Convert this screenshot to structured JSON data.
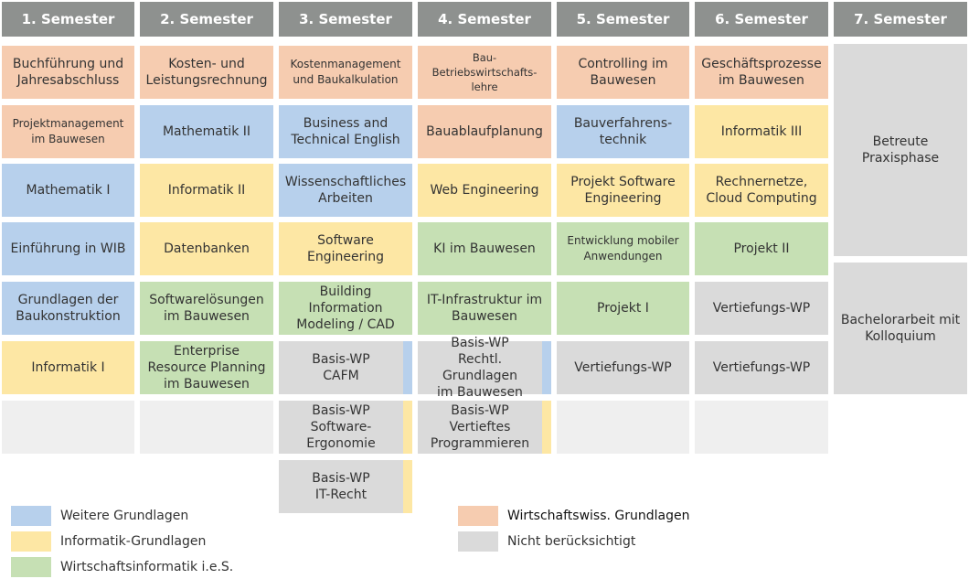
{
  "headers": [
    "1. Semester",
    "2. Semester",
    "3. Semester",
    "4. Semester",
    "5. Semester",
    "6. Semester",
    "7. Semester"
  ],
  "colors": {
    "weitere": "#b7d0ec",
    "info": "#fde7a4",
    "wi": "#c6e0b4",
    "wiwi": "#f6ccb0",
    "nicht": "#dadada",
    "empty": "#efefef",
    "header": "#8e918f"
  },
  "columns": [
    [
      {
        "text": "Buchführung und\nJahresabschluss",
        "cat": "wiwi"
      },
      {
        "text": "Projektmanagement\nim Bauwesen",
        "cat": "wiwi",
        "size": "small"
      },
      {
        "text": "Mathematik I",
        "cat": "weitere"
      },
      {
        "text": "Einführung in WIB",
        "cat": "weitere"
      },
      {
        "text": "Grundlagen der\nBaukonstruktion",
        "cat": "weitere"
      },
      {
        "text": "Informatik I",
        "cat": "info"
      },
      {
        "text": "",
        "cat": "empty"
      }
    ],
    [
      {
        "text": "Kosten- und\nLeistungsrechnung",
        "cat": "wiwi"
      },
      {
        "text": "Mathematik II",
        "cat": "weitere"
      },
      {
        "text": "Informatik II",
        "cat": "info"
      },
      {
        "text": "Datenbanken",
        "cat": "info"
      },
      {
        "text": "Softwarelösungen\nim Bauwesen",
        "cat": "wi"
      },
      {
        "text": "Enterprise\nResource Planning\nim Bauwesen",
        "cat": "wi"
      },
      {
        "text": "",
        "cat": "empty"
      }
    ],
    [
      {
        "text": "Kostenmanagement\nund Baukalkulation",
        "cat": "wiwi",
        "size": "small"
      },
      {
        "text": "Business and\nTechnical English",
        "cat": "weitere"
      },
      {
        "text": "Wissenschaftliches\nArbeiten",
        "cat": "weitere"
      },
      {
        "text": "Software\nEngineering",
        "cat": "info"
      },
      {
        "text": "Building\nInformation\nModeling / CAD",
        "cat": "wi"
      },
      {
        "text": "Basis-WP\nCAFM",
        "cat": "nicht",
        "strip": "weitere"
      },
      {
        "text": "Basis-WP\nSoftware-\nErgonomie",
        "cat": "nicht",
        "strip": "info"
      },
      {
        "text": "Basis-WP\nIT-Recht",
        "cat": "nicht",
        "strip": "info"
      }
    ],
    [
      {
        "text": "Bau-\nBetriebswirtschafts-\nlehre",
        "cat": "wiwi",
        "size": "tiny"
      },
      {
        "text": "Bauablaufplanung",
        "cat": "wiwi"
      },
      {
        "text": "Web Engineering",
        "cat": "info"
      },
      {
        "text": "KI im Bauwesen",
        "cat": "wi"
      },
      {
        "text": "IT-Infrastruktur im\nBauwesen",
        "cat": "wi"
      },
      {
        "text": "Basis-WP\nRechtl. Grundlagen\nim Bauwesen",
        "cat": "nicht",
        "strip": "weitere"
      },
      {
        "text": "Basis-WP\nVertieftes\nProgrammieren",
        "cat": "nicht",
        "strip": "info"
      }
    ],
    [
      {
        "text": "Controlling im\nBauwesen",
        "cat": "wiwi"
      },
      {
        "text": "Bauverfahrens-\ntechnik",
        "cat": "weitere"
      },
      {
        "text": "Projekt Software\nEngineering",
        "cat": "info"
      },
      {
        "text": "Entwicklung mobiler\nAnwendungen",
        "cat": "wi",
        "size": "small"
      },
      {
        "text": "Projekt I",
        "cat": "wi"
      },
      {
        "text": "Vertiefungs-WP",
        "cat": "nicht"
      },
      {
        "text": "",
        "cat": "empty"
      }
    ],
    [
      {
        "text": "Geschäftsprozesse\nim Bauwesen",
        "cat": "wiwi"
      },
      {
        "text": "Informatik III",
        "cat": "info"
      },
      {
        "text": "Rechnernetze,\nCloud Computing",
        "cat": "info"
      },
      {
        "text": "Projekt II",
        "cat": "wi"
      },
      {
        "text": "Vertiefungs-WP",
        "cat": "nicht"
      },
      {
        "text": "Vertiefungs-WP",
        "cat": "nicht"
      },
      {
        "text": "",
        "cat": "empty"
      }
    ]
  ],
  "col7": {
    "top": "Betreute\nPraxisphase",
    "bottom": "Bachelorarbeit mit\nKolloquium"
  },
  "legend": [
    {
      "label": "Weitere Grundlagen",
      "cat": "weitere"
    },
    {
      "label": "Informatik-Grundlagen",
      "cat": "info"
    },
    {
      "label": "Wirtschaftsinformatik i.e.S.",
      "cat": "wi"
    },
    {
      "label": "Wirtschaftswiss. Grundlagen",
      "cat": "wiwi"
    },
    {
      "label": "Nicht berücksichtigt",
      "cat": "nicht"
    }
  ]
}
